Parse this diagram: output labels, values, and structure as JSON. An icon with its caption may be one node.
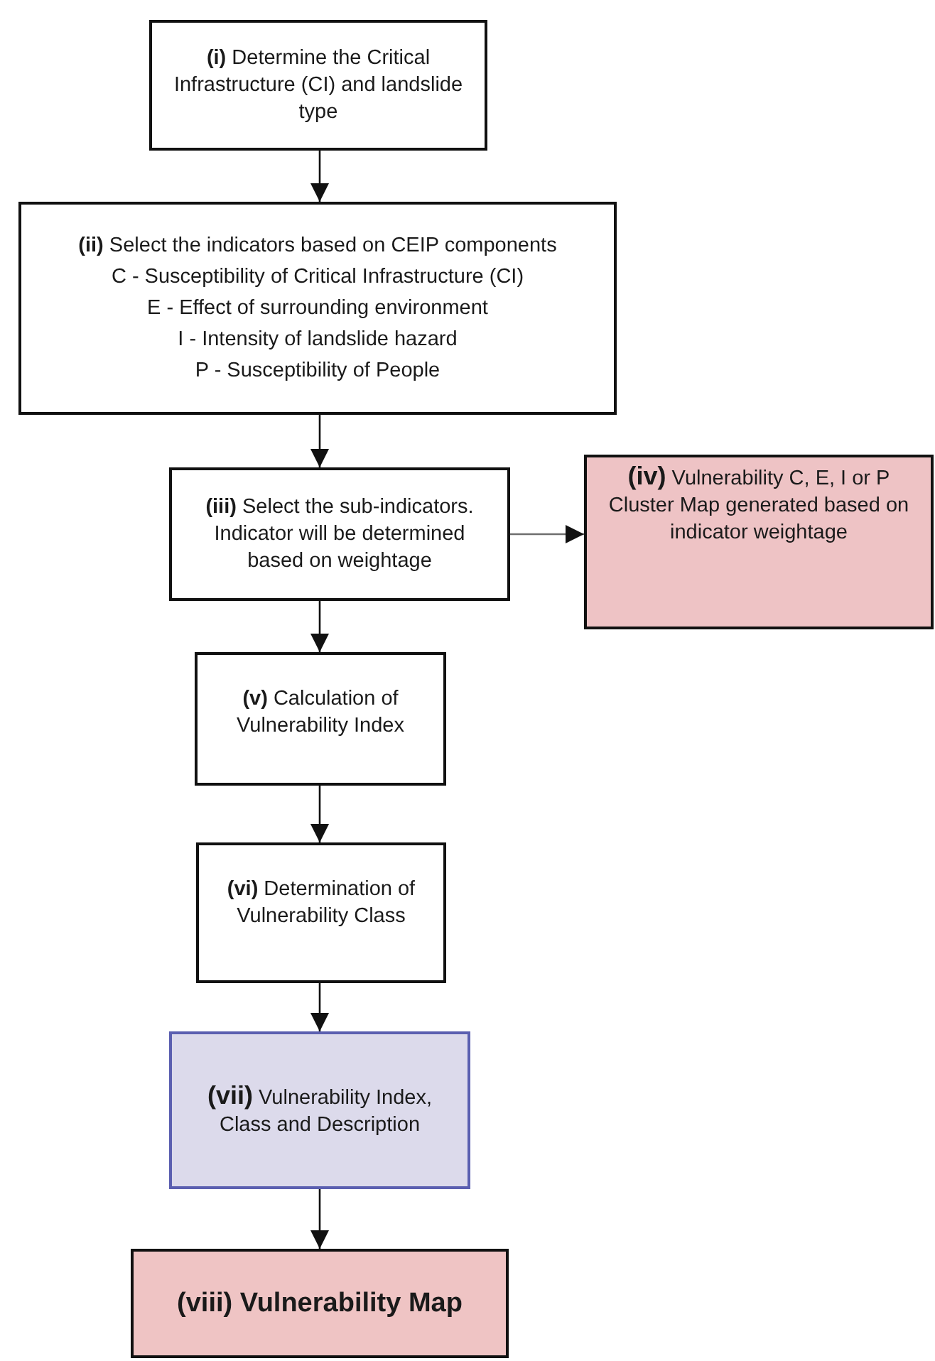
{
  "diagram": {
    "nodes": [
      {
        "text": [
          "**(i)** Determine the Critical Infrastructure (CI) and landslide type"
        ]
      },
      {
        "text": [
          "**(ii)** Select the indicators based on CEIP components",
          "C - Susceptibility of Critical Infrastructure (CI)",
          "E - Effect of surrounding environment",
          "I - Intensity of landslide hazard",
          "P - Susceptibility of People"
        ]
      },
      {
        "text": [
          "**(iii)** Select the  sub-indicators. Indicator will be determined based on weightage"
        ]
      },
      {
        "text": [
          "**(iv)** Vulnerability C, E, I or P Cluster Map generated based on indicator weightage"
        ]
      },
      {
        "text": [
          "**(v)** Calculation of Vulnerability Index"
        ]
      },
      {
        "text": [
          "**(vi)** Determination of Vulnerability Class"
        ]
      },
      {
        "text": [
          "**(vii)** Vulnerability Index, Class and Description"
        ]
      },
      {
        "text": [
          "(viii) Vulnerability Map"
        ]
      }
    ],
    "edges": [
      {
        "from": 0,
        "to": 1,
        "arrow": "to"
      },
      {
        "from": 1,
        "to": 2,
        "arrow": "to"
      },
      {
        "from": 2,
        "to": 3,
        "arrow": "to",
        "color": "#6e6e6e"
      },
      {
        "from": 2,
        "to": 4,
        "arrow": "to"
      },
      {
        "from": 4,
        "to": 5,
        "arrow": "to"
      },
      {
        "from": 5,
        "to": 6,
        "arrow": "to"
      },
      {
        "from": 6,
        "to": 7,
        "arrow": "to"
      }
    ]
  }
}
